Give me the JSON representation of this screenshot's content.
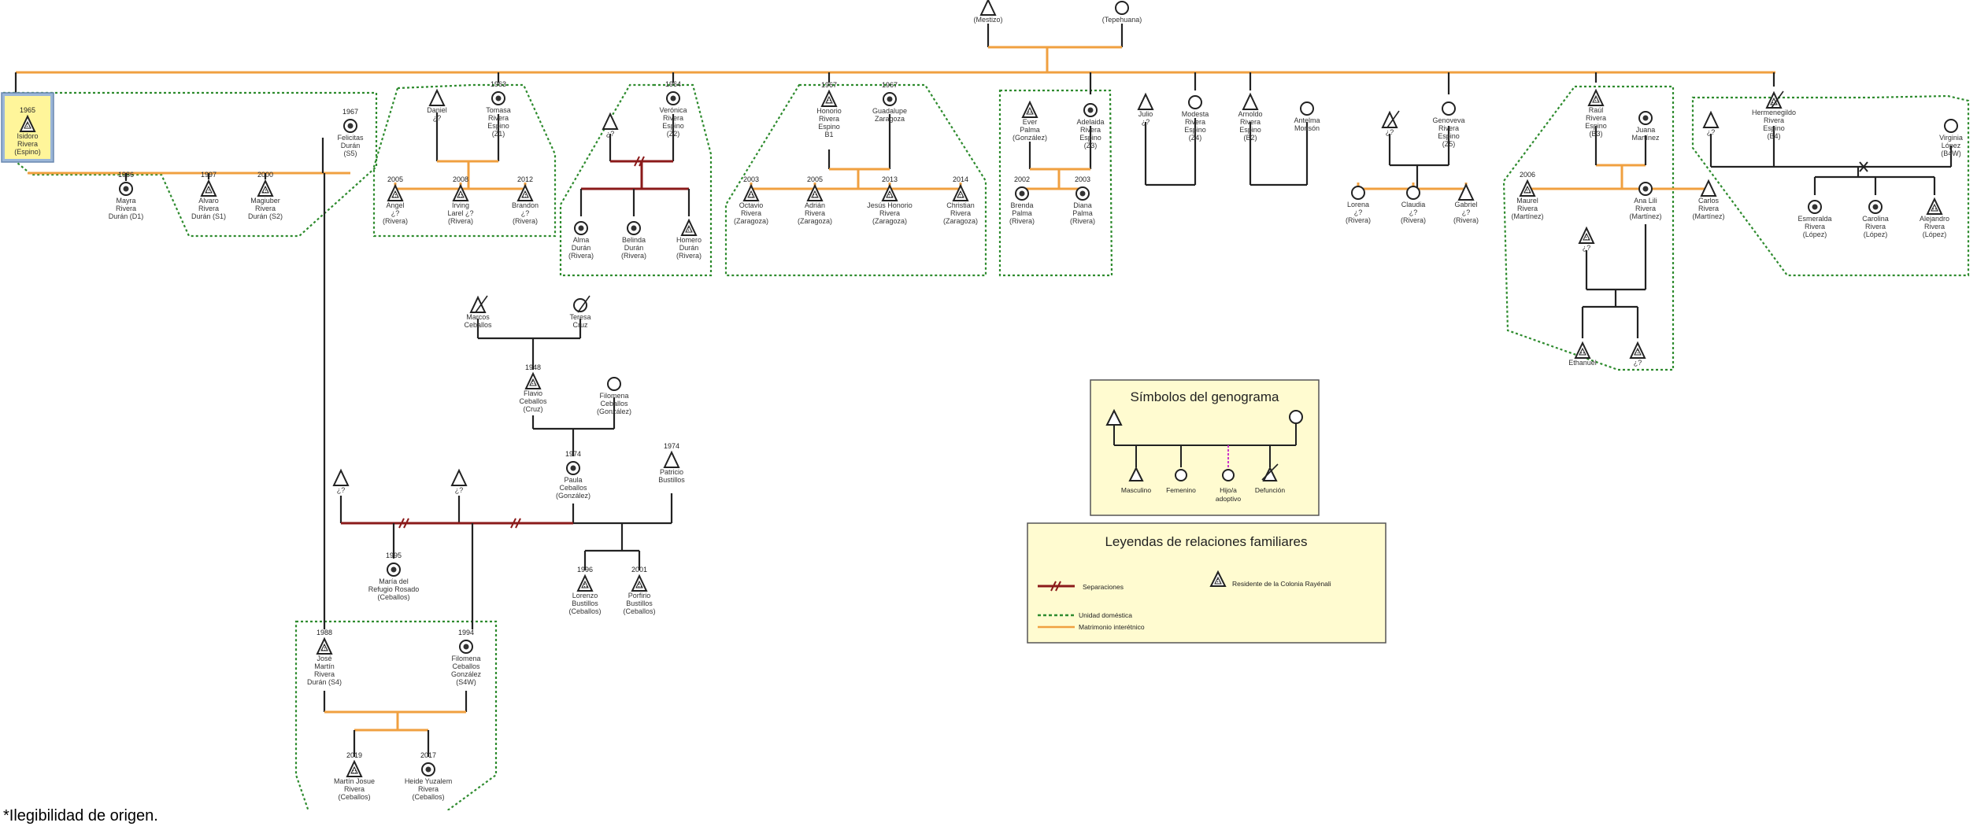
{
  "footnote": "*Ilegibilidad de origen.",
  "colors": {
    "marriage": "#F0A040",
    "separation": "#8B1A1A",
    "household": "#2E8B2E",
    "line": "#222222",
    "proband_fill": "#FFF59A",
    "legend_bg": "#FFFBD0"
  },
  "legend_symbols": {
    "title": "Símbolos del genograma",
    "masculino": "Masculino",
    "femenino": "Femenino",
    "adoptivo_1": "Hijo/a",
    "adoptivo_2": "adoptivo",
    "defuncion": "Defunción"
  },
  "legend_relations": {
    "title": "Leyendas de relaciones familiares",
    "separaciones": "Separaciones",
    "residente": "Residente de la Colonia Rayénali",
    "unidad": "Unidad doméstica",
    "matrimonio": "Matrimonio interétnico"
  },
  "people": [
    {
      "id": "mestizo",
      "sex": "m",
      "lines": [
        "(Mestizo)"
      ]
    },
    {
      "id": "tepehuana",
      "sex": "f",
      "lines": [
        "(Tepehuana)"
      ]
    },
    {
      "id": "isidoro",
      "sex": "m",
      "year": "1965",
      "lines": [
        "Isidoro",
        "Rivera",
        "(Espino)"
      ],
      "proband": true
    },
    {
      "id": "felicitas",
      "sex": "f",
      "year": "1967",
      "lines": [
        "Felicitas",
        "Durán",
        "(S5)"
      ]
    },
    {
      "id": "mayra",
      "sex": "f",
      "year": "1986",
      "lines": [
        "Mayra",
        "Rivera",
        "Durán (D1)"
      ]
    },
    {
      "id": "alvaro",
      "sex": "m",
      "year": "1997",
      "lines": [
        "Alvaro",
        "Rivera",
        "Durán (S1)"
      ]
    },
    {
      "id": "magiuber",
      "sex": "m",
      "year": "2000",
      "lines": [
        "Magiuber",
        "Rivera",
        "Durán (S2)"
      ]
    },
    {
      "id": "daniel",
      "sex": "m",
      "lines": [
        "Daniel",
        "¿?"
      ]
    },
    {
      "id": "tomasa",
      "sex": "f",
      "year": "1963",
      "lines": [
        "Tomasa",
        "Rivera",
        "Espino",
        "(Z1)"
      ]
    },
    {
      "id": "angel",
      "sex": "m",
      "year": "2005",
      "lines": [
        "Angel",
        "¿?",
        "(Rivera)"
      ]
    },
    {
      "id": "irving",
      "sex": "m",
      "year": "2008",
      "lines": [
        "Irving",
        "Larel ¿?",
        "(Rivera)"
      ]
    },
    {
      "id": "brandon",
      "sex": "m",
      "year": "2012",
      "lines": [
        "Brandon",
        "¿?",
        "(Rivera)"
      ]
    },
    {
      "id": "vp1",
      "sex": "m",
      "lines": [
        "¿?"
      ]
    },
    {
      "id": "veronica",
      "sex": "f",
      "year": "1964",
      "lines": [
        "Verónica",
        "Rivera",
        "Espino",
        "(Z2)"
      ]
    },
    {
      "id": "alma",
      "sex": "f",
      "lines": [
        "Alma",
        "Durán",
        "(Rivera)"
      ]
    },
    {
      "id": "belinda",
      "sex": "f",
      "lines": [
        "Belinda",
        "Durán",
        "(Rivera)"
      ]
    },
    {
      "id": "homero",
      "sex": "m",
      "lines": [
        "Homero",
        "Durán",
        "(Rivera)"
      ]
    },
    {
      "id": "honorio",
      "sex": "m",
      "year": "1967",
      "lines": [
        "Honorio",
        "Rivera",
        "Espino",
        "B1"
      ]
    },
    {
      "id": "guadalupe",
      "sex": "f",
      "year": "1967",
      "lines": [
        "Guadalupe",
        "Zaragoza"
      ]
    },
    {
      "id": "octavio",
      "sex": "m",
      "year": "2003",
      "lines": [
        "Octavio",
        "Rivera",
        "(Zaragoza)"
      ]
    },
    {
      "id": "adrian",
      "sex": "m",
      "year": "2005",
      "lines": [
        "Adrián",
        "Rivera",
        "(Zaragoza)"
      ]
    },
    {
      "id": "jesus",
      "sex": "m",
      "year": "2013",
      "lines": [
        "Jesús Honorio",
        "Rivera",
        "(Zaragoza)"
      ]
    },
    {
      "id": "christian",
      "sex": "m",
      "year": "2014",
      "lines": [
        "Christian",
        "Rivera",
        "(Zaragoza)"
      ]
    },
    {
      "id": "ever",
      "sex": "m",
      "lines": [
        "Ever",
        "Palma",
        "(González)"
      ]
    },
    {
      "id": "adelaida",
      "sex": "f",
      "lines": [
        "Adelaida",
        "Rivera",
        "Espino",
        "(Z3)"
      ]
    },
    {
      "id": "brenda",
      "sex": "f",
      "year": "2002",
      "lines": [
        "Brenda",
        "Palma",
        "(Rivera)"
      ]
    },
    {
      "id": "diana",
      "sex": "f",
      "year": "2003",
      "lines": [
        "Diana",
        "Palma",
        "(Rivera)"
      ]
    },
    {
      "id": "julio",
      "sex": "m",
      "lines": [
        "Julio",
        "¿?"
      ]
    },
    {
      "id": "modesta",
      "sex": "f",
      "lines": [
        "Modesta",
        "Rivera",
        "Espino",
        "(Z4)"
      ]
    },
    {
      "id": "arnoldo",
      "sex": "m",
      "lines": [
        "Arnoldo",
        "Rivera",
        "Espino",
        "(B2)"
      ]
    },
    {
      "id": "antelma",
      "sex": "f",
      "lines": [
        "Antelma",
        "Monsón"
      ]
    },
    {
      "id": "gp1",
      "sex": "m",
      "lines": [
        "¿?"
      ]
    },
    {
      "id": "genoveva",
      "sex": "f",
      "lines": [
        "Genoveva",
        "Rivera",
        "Espino",
        "(Z5)"
      ]
    },
    {
      "id": "lorena",
      "sex": "f",
      "lines": [
        "Lorena",
        "¿?",
        "(Rivera)"
      ]
    },
    {
      "id": "claudia",
      "sex": "f",
      "lines": [
        "Claudia",
        "¿?",
        "(Rivera)"
      ]
    },
    {
      "id": "gabriel",
      "sex": "m",
      "lines": [
        "Gabriel",
        "¿?",
        "(Rivera)"
      ]
    },
    {
      "id": "raul",
      "sex": "m",
      "lines": [
        "Raúl",
        "Rivera",
        "Espino",
        "(B3)"
      ]
    },
    {
      "id": "juana",
      "sex": "f",
      "lines": [
        "Juana",
        "Martínez"
      ]
    },
    {
      "id": "maurel",
      "sex": "m",
      "year": "2006",
      "lines": [
        "Maurel",
        "Rivera",
        "(Martínez)"
      ]
    },
    {
      "id": "anap",
      "sex": "m",
      "lines": [
        "¿?"
      ]
    },
    {
      "id": "analili",
      "sex": "f",
      "lines": [
        "Ana Lili",
        "Rivera",
        "(Martínez)"
      ]
    },
    {
      "id": "carlos",
      "sex": "m",
      "lines": [
        "Carlos",
        "Rivera",
        "(Martínez)"
      ]
    },
    {
      "id": "ethanuel",
      "sex": "m",
      "lines": [
        "Ethanuel"
      ]
    },
    {
      "id": "anac2",
      "sex": "m",
      "lines": [
        "¿?"
      ]
    },
    {
      "id": "hermenegildo",
      "sex": "m",
      "lines": [
        "Hermenegildo",
        "Rivera",
        "Espino",
        "(B4)"
      ]
    },
    {
      "id": "hp1",
      "sex": "m",
      "lines": [
        "¿?"
      ]
    },
    {
      "id": "virginia",
      "sex": "f",
      "lines": [
        "Virginia",
        "López",
        "(B4W)"
      ]
    },
    {
      "id": "esmeralda",
      "sex": "f",
      "lines": [
        "Esmeralda",
        "Rivera",
        "(López)"
      ]
    },
    {
      "id": "carolina",
      "sex": "f",
      "lines": [
        "Carolina",
        "Rivera",
        "(López)"
      ]
    },
    {
      "id": "alejandro",
      "sex": "m",
      "lines": [
        "Alejandro",
        "Rivera",
        "(López)"
      ]
    },
    {
      "id": "marcos",
      "sex": "m",
      "lines": [
        "Marcos",
        "Ceballos"
      ]
    },
    {
      "id": "teresa",
      "sex": "f",
      "lines": [
        "Teresa",
        "Cruz"
      ]
    },
    {
      "id": "flavio",
      "sex": "m",
      "year": "1948",
      "lines": [
        "Flavio",
        "Ceballos",
        "(Cruz)"
      ]
    },
    {
      "id": "filomena_g",
      "sex": "f",
      "lines": [
        "Filomena",
        "Ceballos",
        "(González)"
      ]
    },
    {
      "id": "paula",
      "sex": "f",
      "year": "1974",
      "lines": [
        "Paula",
        "Ceballos",
        "(González)"
      ]
    },
    {
      "id": "patricio",
      "sex": "m",
      "year": "1974",
      "lines": [
        "Patricio",
        "Bustillos"
      ]
    },
    {
      "id": "pp1",
      "sex": "m",
      "lines": [
        "¿?"
      ]
    },
    {
      "id": "pp2",
      "sex": "m",
      "lines": [
        "¿?"
      ]
    },
    {
      "id": "maria",
      "sex": "f",
      "year": "1995",
      "lines": [
        "María del",
        "Refugio Rosado",
        "(Ceballos)"
      ]
    },
    {
      "id": "lorenzo",
      "sex": "m",
      "year": "1996",
      "lines": [
        "Lorenzo",
        "Bustillos",
        "(Ceballos)"
      ]
    },
    {
      "id": "porfirio",
      "sex": "m",
      "year": "2001",
      "lines": [
        "Porfirio",
        "Bustillos",
        "(Ceballos)"
      ]
    },
    {
      "id": "jose",
      "sex": "m",
      "year": "1988",
      "lines": [
        "José",
        "Martín",
        "Rivera",
        "Durán (S4)"
      ]
    },
    {
      "id": "filomena",
      "sex": "f",
      "year": "1994",
      "lines": [
        "Filomena",
        "Ceballos",
        "González",
        "(S4W)"
      ]
    },
    {
      "id": "martin",
      "sex": "m",
      "year": "2019",
      "lines": [
        "Martín Josue",
        "Rivera",
        "(Ceballos)"
      ]
    },
    {
      "id": "heide",
      "sex": "f",
      "year": "2017",
      "lines": [
        "Heide Yuzalem",
        "Rivera",
        "(Ceballos)"
      ]
    }
  ]
}
